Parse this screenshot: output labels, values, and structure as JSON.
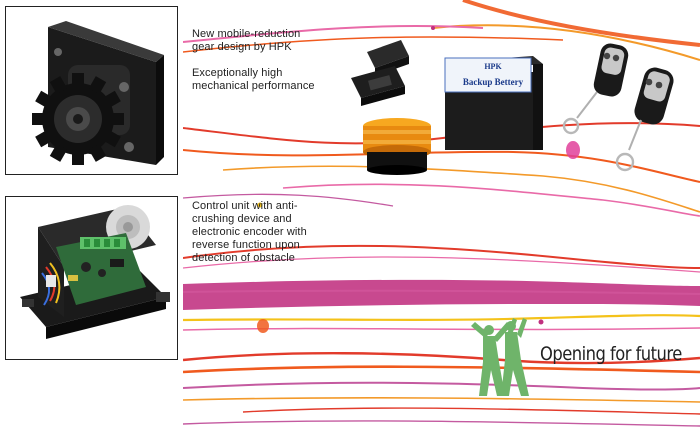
{
  "photos": {
    "gear_motor": {
      "icon": "gear-motor-photo"
    },
    "control_unit": {
      "icon": "control-unit-photo"
    }
  },
  "captions": {
    "gear": [
      "New mobile-reduction",
      "gear design by HPK",
      "",
      "Exceptionally high",
      "mechanical performance"
    ],
    "control": [
      "Control unit with anti-",
      "crushing device and",
      "electronic encoder with",
      "reverse function upon",
      "detection of obstacle"
    ]
  },
  "accessories": {
    "battery_brand": "HPK",
    "battery_label": "Backup Bettery"
  },
  "tagline": "Opening for future",
  "colors": {
    "magenta_band": "#c0307f",
    "orange_line": "#f05a1e",
    "pink_line": "#e96aa8",
    "yellow_line": "#f4c21a",
    "figures_green": "#6fb46a",
    "lamp_orange": "#e88a10"
  }
}
